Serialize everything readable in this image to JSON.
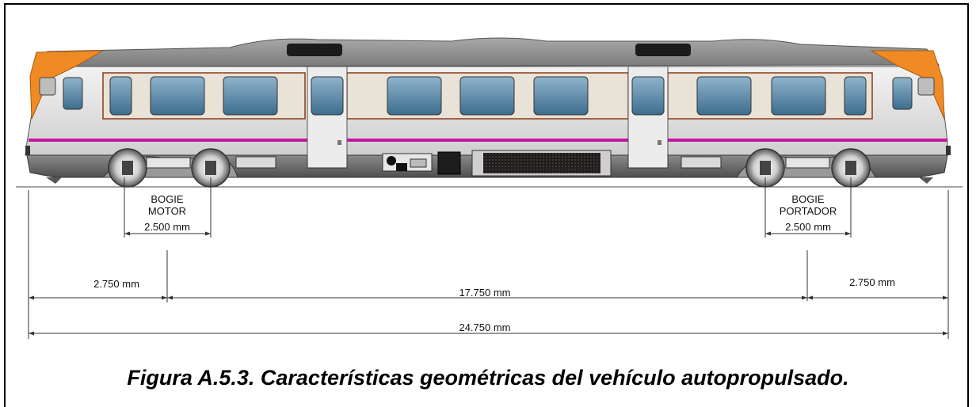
{
  "diagram": {
    "labels": {
      "bogie_motor": [
        "BOGIE",
        "MOTOR"
      ],
      "bogie_portador": [
        "BOGIE",
        "PORTADOR"
      ]
    },
    "dimensions": {
      "wheelbase_motor": "2.500 mm",
      "wheelbase_portador": "2.500 mm",
      "overhang_left": "2.750 mm",
      "bogie_centers": "17.750 mm",
      "overhang_right": "2.750 mm",
      "total_length": "24.750 mm"
    },
    "colors": {
      "cab_orange": "#f08a24",
      "stripe_purple": "#c0179e",
      "window_blue": "#4f7f9e",
      "roof_gray": "#8d8d8d",
      "body_light": "#e4e4e4",
      "underframe_gray": "#6e6e6e"
    }
  },
  "caption": "Figura A.5.3. Características geométricas del vehículo autopropulsado."
}
